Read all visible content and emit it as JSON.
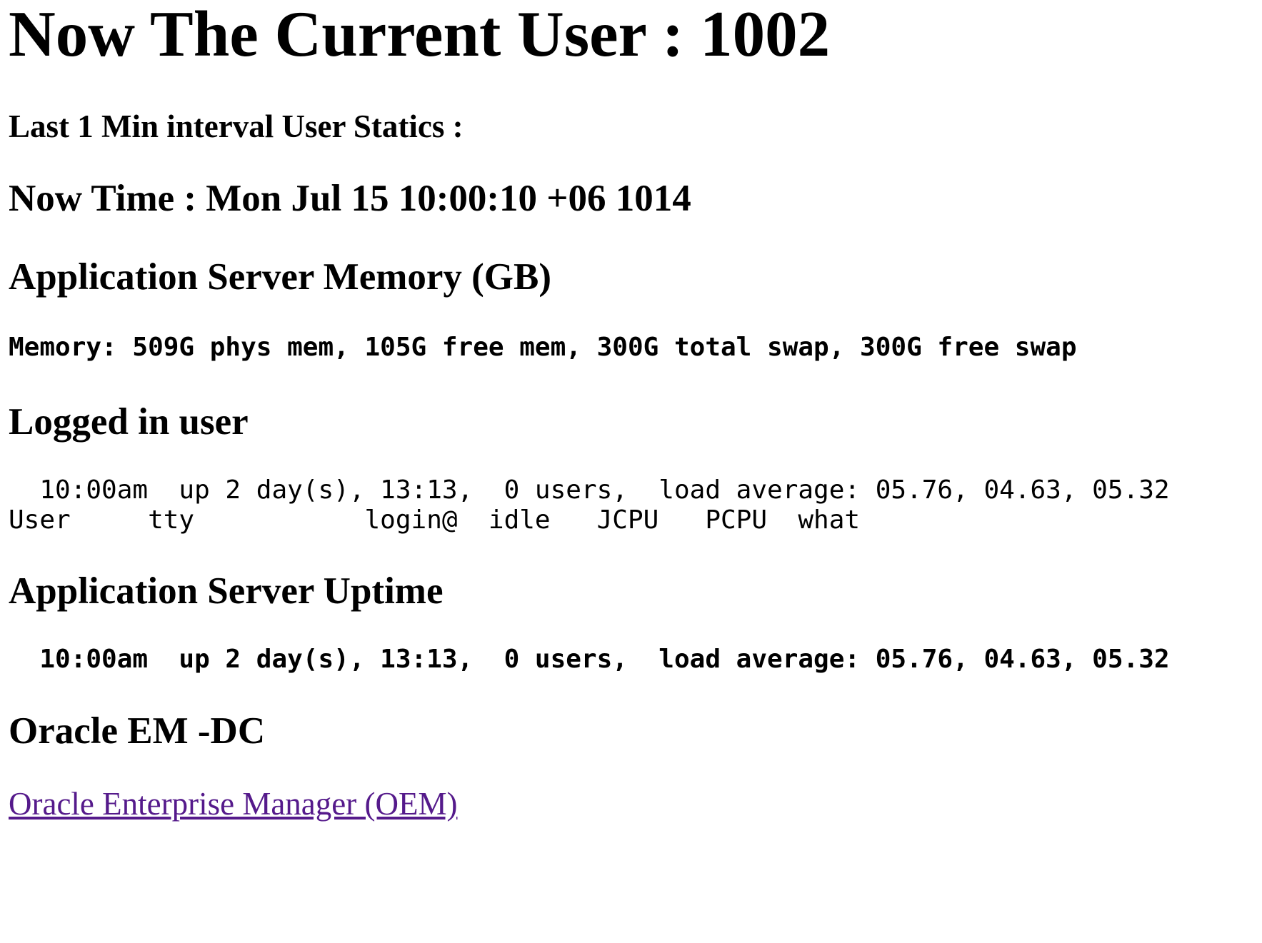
{
  "header": {
    "title": "Now The Current User : 1002"
  },
  "stats": {
    "interval_heading": "Last 1 Min interval User Statics :",
    "now_time": "Now Time : Mon Jul 15 10:00:10 +06 1014"
  },
  "memory": {
    "heading": "Application Server Memory (GB)",
    "line": "Memory: 509G phys mem, 105G free mem, 300G total swap, 300G free swap"
  },
  "logged_in": {
    "heading": "Logged in user",
    "uptime_line": "  10:00am  up 2 day(s), 13:13,  0 users,  load average: 05.76, 04.63, 05.32",
    "columns_line": "User     tty           login@  idle   JCPU   PCPU  what"
  },
  "uptime": {
    "heading": "Application Server Uptime",
    "line": "  10:00am  up 2 day(s), 13:13,  0 users,  load average: 05.76, 04.63, 05.32"
  },
  "oem": {
    "heading": "Oracle EM -DC",
    "link_label": "Oracle Enterprise Manager (OEM)",
    "link_color": "#551a8b"
  }
}
